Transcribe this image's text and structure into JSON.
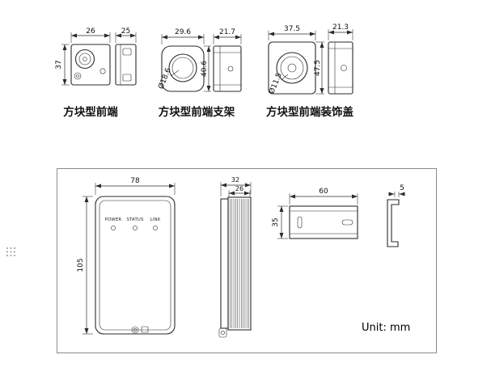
{
  "top_row": {
    "front_module": {
      "label": "方块型前端",
      "dim_width": "26",
      "dim_side_width": "25",
      "dim_height": "37"
    },
    "bracket_module": {
      "label": "方块型前端支架",
      "dim_width": "29.6",
      "dim_side_width": "21.7",
      "dim_diameter": "Ø18.6",
      "dim_height": "40.6"
    },
    "cover_module": {
      "label": "方块型前端装饰盖",
      "dim_width": "37.5",
      "dim_side_width": "21.3",
      "dim_diameter": "Ø11.5",
      "dim_height": "47.5"
    }
  },
  "main_panel": {
    "front_view": {
      "dim_width": "78",
      "dim_height": "105",
      "indicators": [
        "POWER",
        "STATUS",
        "LINK"
      ]
    },
    "side_view": {
      "dim_outer": "32",
      "dim_inner": "26"
    },
    "rail_bracket": {
      "dim_width": "60",
      "dim_height": "35"
    },
    "profile": {
      "dim_thickness": "5"
    },
    "unit_label": "Unit: mm"
  },
  "colors": {
    "line": "#2b2b2b",
    "border": "#8a8a8a"
  }
}
